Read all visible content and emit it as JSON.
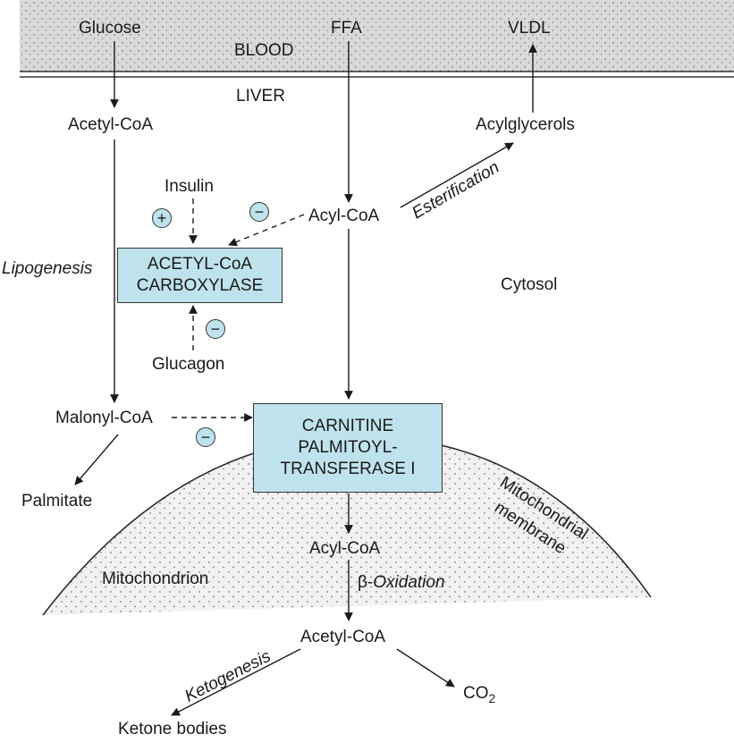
{
  "regions": {
    "blood": "BLOOD",
    "liver": "LIVER",
    "cytosol": "Cytosol",
    "mitochondrion": "Mitochondrion",
    "membrane_line1": "Mitochondrial",
    "membrane_line2": "membrane"
  },
  "colors": {
    "box_fill": "#bfe3ec",
    "blood_fill": "#d9d9d9",
    "mito_fill": "#f1f1f1",
    "ink": "#1a1a1a"
  },
  "nodes": {
    "glucose": "Glucose",
    "ffa": "FFA",
    "vldl": "VLDL",
    "acetyl_coa_top": "Acetyl-CoA",
    "acylglycerols": "Acylglycerols",
    "insulin": "Insulin",
    "acyl_coa_cytosol": "Acyl-CoA",
    "glucagon": "Glucagon",
    "malonyl_coa": "Malonyl-CoA",
    "palmitate": "Palmitate",
    "acyl_coa_mito": "Acyl-CoA",
    "acetyl_coa_bottom": "Acetyl-CoA",
    "ketone_bodies": "Ketone bodies",
    "co2_base": "CO",
    "co2_sub": "2"
  },
  "enzymes": {
    "acc_line1": "ACETYL-CoA",
    "acc_line2": "CARBOXYLASE",
    "cpt_line1": "CARNITINE",
    "cpt_line2": "PALMITOYL-",
    "cpt_line3": "TRANSFERASE I"
  },
  "processes": {
    "lipogenesis": "Lipogenesis",
    "esterification": "Esterification",
    "beta_symbol": "β-",
    "beta_oxidation": "Oxidation",
    "ketogenesis": "Ketogenesis"
  },
  "regulators": {
    "insulin_effect": "+",
    "acyl_coa_effect": "−",
    "glucagon_effect": "−",
    "malonyl_effect": "−"
  }
}
